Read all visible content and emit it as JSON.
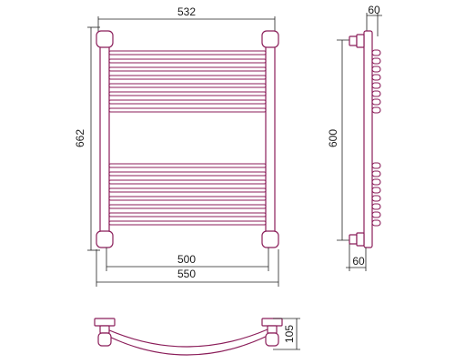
{
  "colors": {
    "outline": "#8b1e5a",
    "dimension": "#222222",
    "background": "#ffffff"
  },
  "views": {
    "front": {
      "dimensions": {
        "top_width": "532",
        "height": "662",
        "inner_width": "500",
        "outer_width": "550"
      },
      "rungs_upper": 8,
      "rungs_lower": 8
    },
    "side": {
      "dimensions": {
        "top_depth": "60",
        "mount_height": "600",
        "bottom_depth": "60"
      }
    },
    "bottom": {
      "dimensions": {
        "bow_depth": "105"
      }
    }
  }
}
